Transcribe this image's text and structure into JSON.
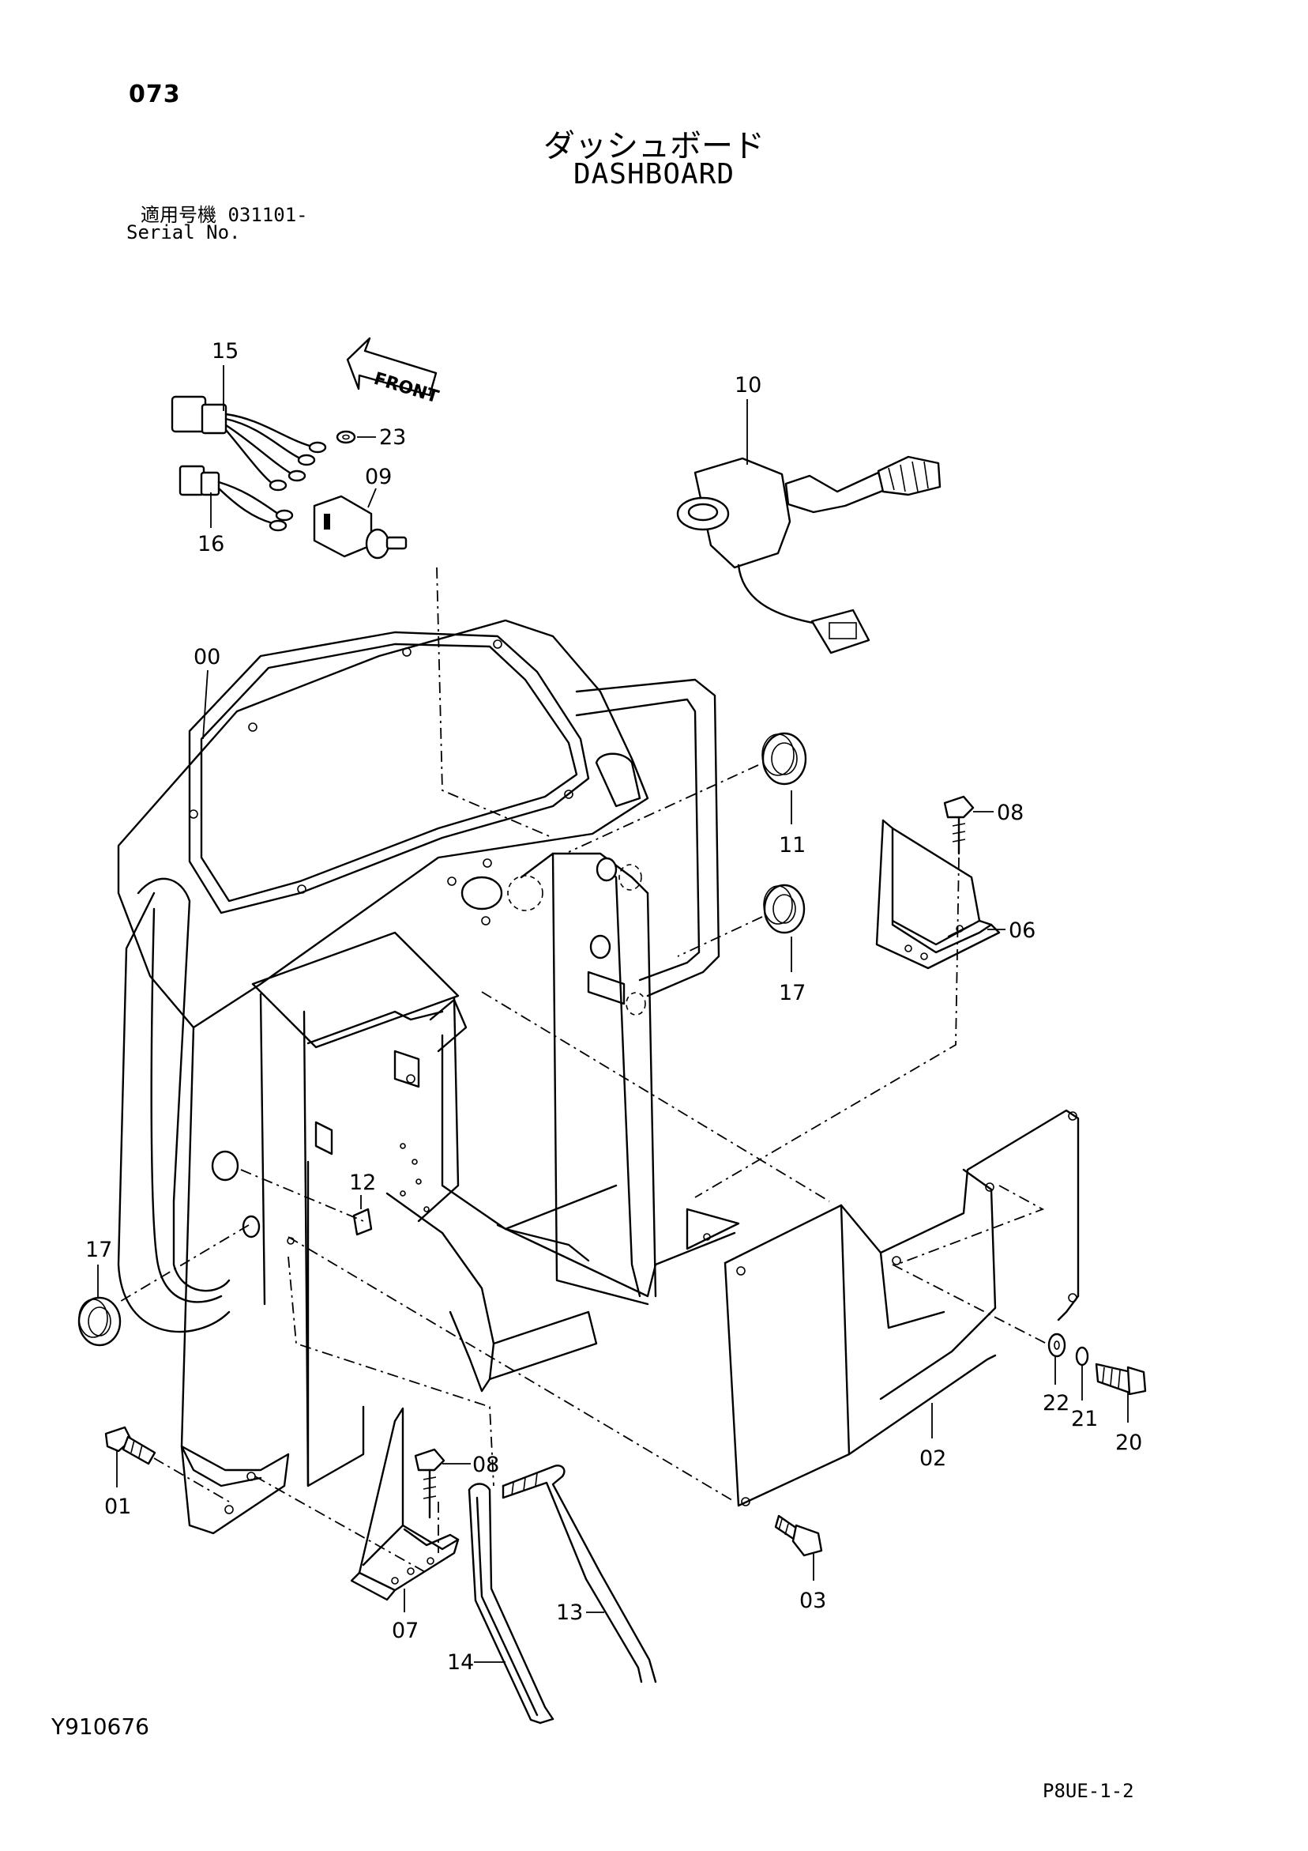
{
  "header": {
    "page_no": "073",
    "title_jp": "ダッシュボード",
    "title_en": "DASHBOARD",
    "serial_label_jp": "適用号機  031101-",
    "serial_label_en": "Serial No."
  },
  "diagram": {
    "front_arrow": "FRONT",
    "callouts": [
      "15",
      "23",
      "09",
      "16",
      "10",
      "00",
      "11",
      "08",
      "06",
      "17",
      "17",
      "12",
      "22",
      "21",
      "20",
      "02",
      "01",
      "08",
      "03",
      "07",
      "13",
      "14"
    ]
  },
  "footer": {
    "drawing_code": "Y910676",
    "sheet_code": "P8UE-1-2"
  }
}
